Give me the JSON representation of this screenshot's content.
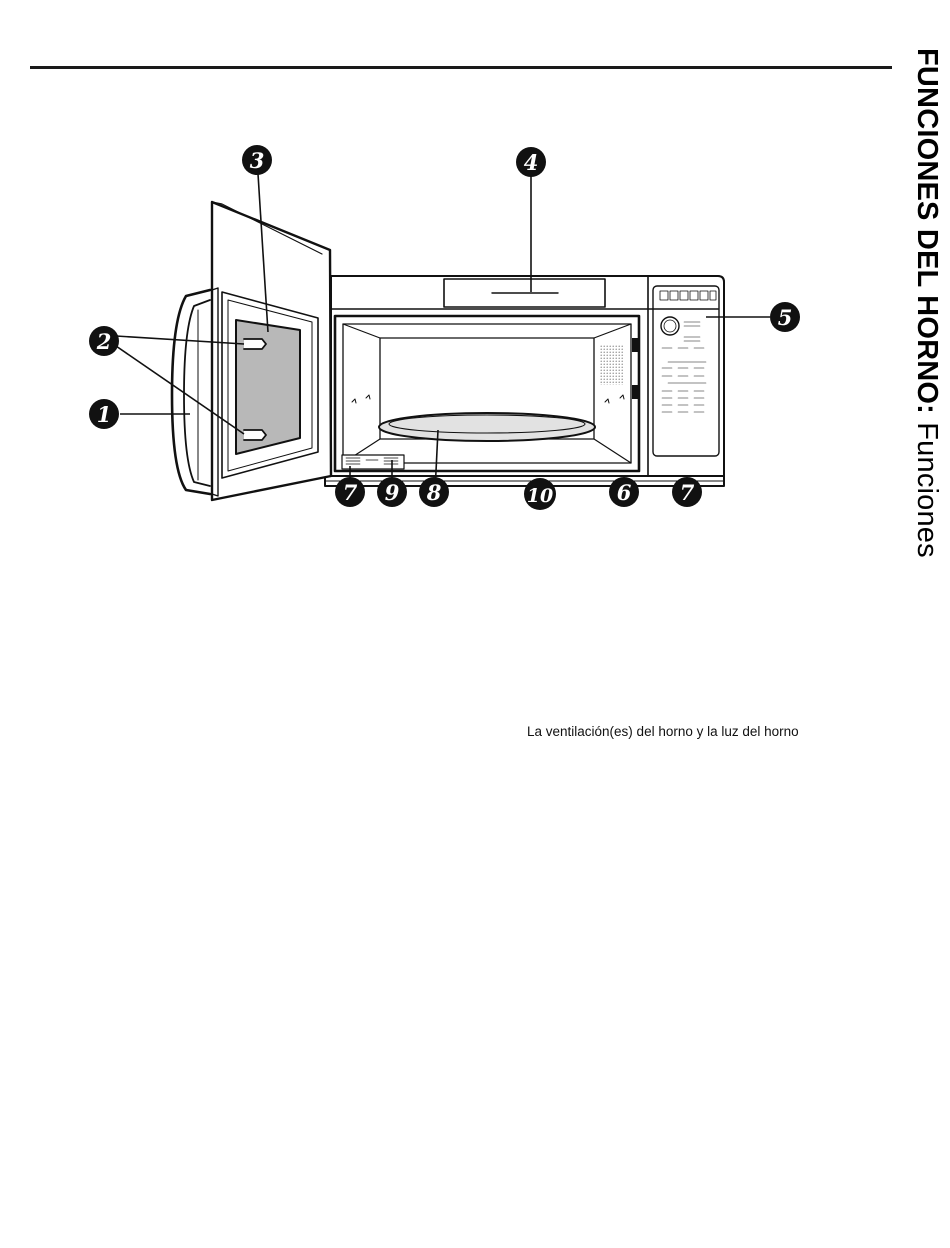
{
  "header": {
    "section_title_bold": "FUNCIONES DEL HORNO:",
    "section_title_normal": " Funciones"
  },
  "callouts": [
    "1",
    "2",
    "3",
    "4",
    "5",
    "6",
    "7",
    "7",
    "8",
    "9",
    "10"
  ],
  "caption": "La ventilación(es) del horno y la luz del horno"
}
